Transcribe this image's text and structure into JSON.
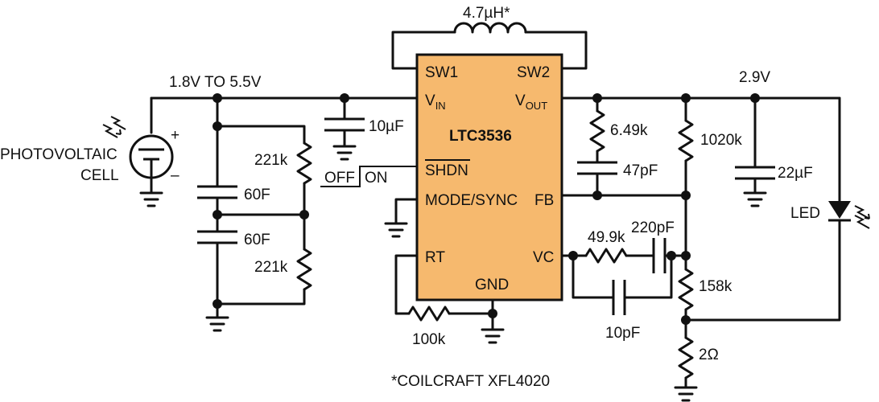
{
  "ic": {
    "name": "LTC3536",
    "fill": "#f6b96e"
  },
  "pins": {
    "sw1": "SW1",
    "sw2": "SW2",
    "vin_base": "V",
    "vin_sub": "IN",
    "vout_base": "V",
    "vout_sub": "OUT",
    "shdn": "SHDN",
    "mode": "MODE/SYNC",
    "fb": "FB",
    "rt": "RT",
    "vc": "VC",
    "gnd": "GND"
  },
  "labels": {
    "inductor": "4.7µH*",
    "vin_range": "1.8V TO 5.5V",
    "vout": "2.9V",
    "pv_line1": "PHOTOVOLTAIC",
    "pv_line2": "CELL",
    "plus": "+",
    "minus": "–",
    "c_in": "10µF",
    "r_top_div": "221k",
    "r_bot_div": "221k",
    "cap_top": "60F",
    "cap_bot": "60F",
    "off": "OFF",
    "on": "ON",
    "r_rt": "100k",
    "r_ff": "6.49k",
    "c_ff": "47pF",
    "r_fb_top": "1020k",
    "c_out": "22µF",
    "led": "LED",
    "r_vc": "49.9k",
    "c_vc": "220pF",
    "c_vc2": "10pF",
    "r_158": "158k",
    "r_2": "2Ω",
    "footnote": "*COILCRAFT XFL4020"
  }
}
